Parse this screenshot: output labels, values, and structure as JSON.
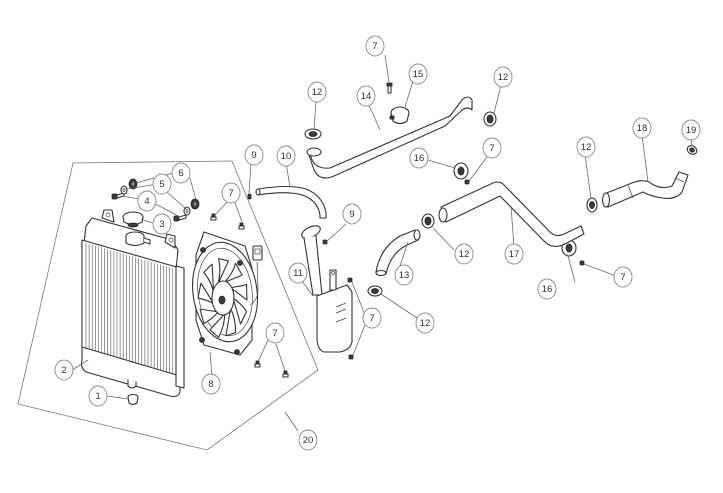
{
  "diagram": {
    "title": "Cooling system exploded view",
    "assembly_label": "20",
    "callouts": [
      {
        "id": "c1",
        "label": "1",
        "part": "drain-plug"
      },
      {
        "id": "c2",
        "label": "2",
        "part": "radiator"
      },
      {
        "id": "c3",
        "label": "3",
        "part": "radiator-cap"
      },
      {
        "id": "c4",
        "label": "4",
        "part": "bolt"
      },
      {
        "id": "c5",
        "label": "5",
        "part": "washer"
      },
      {
        "id": "c6",
        "label": "6",
        "part": "rubber-grommet"
      },
      {
        "id": "c7a",
        "label": "7",
        "part": "screw"
      },
      {
        "id": "c7b",
        "label": "7",
        "part": "screw"
      },
      {
        "id": "c7c",
        "label": "7",
        "part": "screw"
      },
      {
        "id": "c7d",
        "label": "7",
        "part": "screw"
      },
      {
        "id": "c7e",
        "label": "7",
        "part": "screw"
      },
      {
        "id": "c7f",
        "label": "7",
        "part": "screw"
      },
      {
        "id": "c8",
        "label": "8",
        "part": "cooling-fan"
      },
      {
        "id": "c9a",
        "label": "9",
        "part": "clip"
      },
      {
        "id": "c9b",
        "label": "9",
        "part": "clip"
      },
      {
        "id": "c10",
        "label": "10",
        "part": "overflow-hose"
      },
      {
        "id": "c11",
        "label": "11",
        "part": "expansion-tank"
      },
      {
        "id": "c12a",
        "label": "12",
        "part": "hose-clamp"
      },
      {
        "id": "c12b",
        "label": "12",
        "part": "hose-clamp"
      },
      {
        "id": "c12c",
        "label": "12",
        "part": "hose-clamp"
      },
      {
        "id": "c12d",
        "label": "12",
        "part": "hose-clamp"
      },
      {
        "id": "c12e",
        "label": "12",
        "part": "hose-clamp"
      },
      {
        "id": "c13",
        "label": "13",
        "part": "short-hose"
      },
      {
        "id": "c14",
        "label": "14",
        "part": "upper-hose"
      },
      {
        "id": "c15",
        "label": "15",
        "part": "hose-bracket"
      },
      {
        "id": "c16a",
        "label": "16",
        "part": "pipe-clip"
      },
      {
        "id": "c16b",
        "label": "16",
        "part": "pipe-clip"
      },
      {
        "id": "c17",
        "label": "17",
        "part": "lower-pipe"
      },
      {
        "id": "c18",
        "label": "18",
        "part": "engine-hose"
      },
      {
        "id": "c19",
        "label": "19",
        "part": "small-clamp"
      },
      {
        "id": "c20",
        "label": "20",
        "part": "radiator-assembly"
      }
    ]
  }
}
